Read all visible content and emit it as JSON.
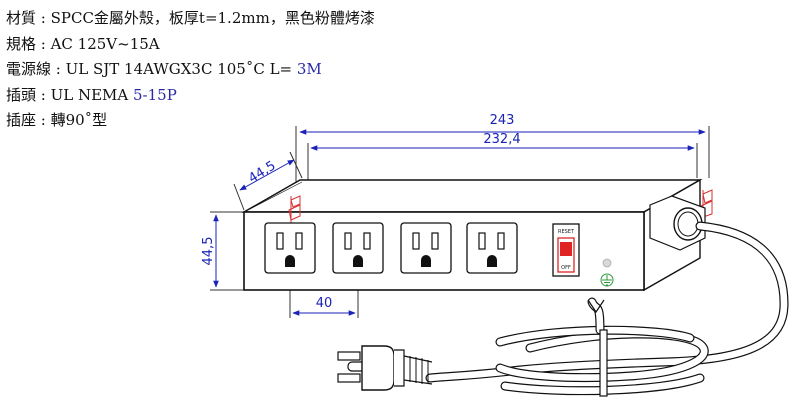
{
  "specs": [
    {
      "label": "材質 : ",
      "value": "SPCC金屬外殼，板厚t=1.2mm，黑色粉體烤漆",
      "highlight": ""
    },
    {
      "label": "規格 : ",
      "value": "AC  125V~15A",
      "highlight": ""
    },
    {
      "label": "電源線 : ",
      "value": "UL SJT  14AWGX3C  105˚C  L= ",
      "highlight": "3M"
    },
    {
      "label": "插頭 : ",
      "value": "UL NEMA ",
      "highlight": "5-15P"
    },
    {
      "label": "插座 : ",
      "value": "轉90˚型",
      "highlight": ""
    }
  ],
  "dimensions": {
    "overall_length": "243",
    "body_length": "232,4",
    "depth": "44,5",
    "height": "44,5",
    "outlet_pitch": "40"
  },
  "switch": {
    "top_label": "RESET",
    "bottom_label": "OFF"
  },
  "colors": {
    "dimension": "#1a22b8",
    "outline": "#111111",
    "highlight_text": "#2a2aa8",
    "switch_red": "#e02424",
    "indicator_green": "#2a9a3a",
    "bracket_red": "#d83030"
  },
  "icons": [
    "ground-symbol-icon",
    "outlet-icon",
    "plug-icon",
    "cable-icon"
  ]
}
